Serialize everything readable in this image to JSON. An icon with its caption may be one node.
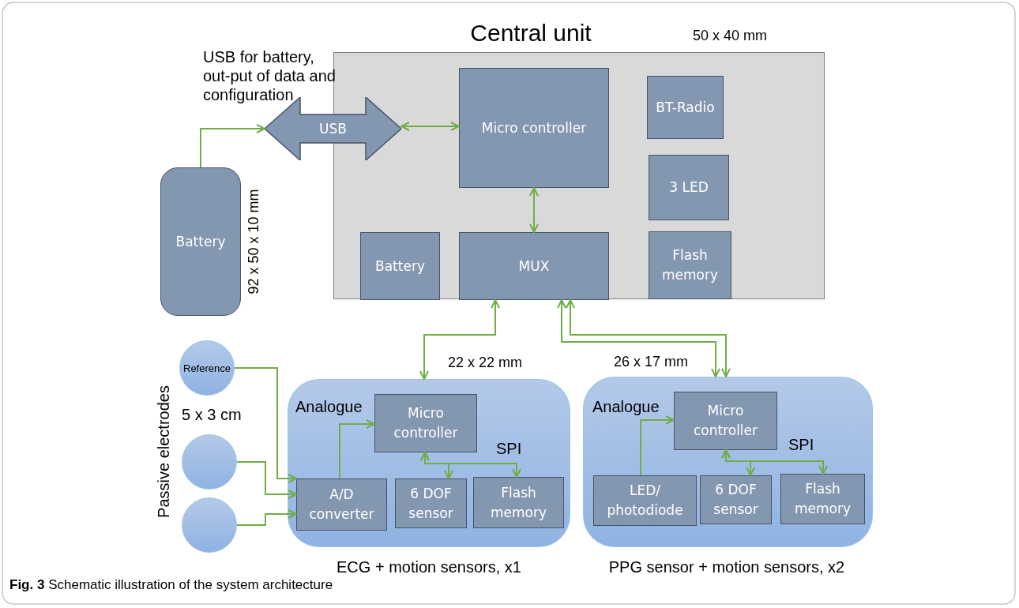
{
  "diagram": {
    "caption": "**Fig. 3** Schematic illustration of the system architecture",
    "nodes": [
      {
        "text": [
          "Central unit"
        ],
        "beside": [
          "50 x 40 mm"
        ]
      },
      {
        "text": [
          "Micro controller"
        ],
        "in": 0
      },
      {
        "text": [
          "BT-Radio"
        ],
        "in": 0
      },
      {
        "text": [
          "3 LED"
        ],
        "in": 0
      },
      {
        "text": [
          "Battery"
        ],
        "in": 0
      },
      {
        "text": [
          "MUX"
        ],
        "in": 0
      },
      {
        "text": [
          "Flash memory"
        ],
        "in": 0
      },
      {
        "text": [
          "USB"
        ]
      },
      {
        "text": [
          "Battery"
        ],
        "beside": [
          "92 x 50 x 10 mm"
        ]
      },
      {
        "text": [
          "Reference"
        ]
      },
      {
        "text": [],
        "shape": "circle"
      },
      {
        "text": [],
        "shape": "circle"
      },
      {
        "text": [
          "ECG + motion sensors, x1"
        ],
        "beside": [
          "22 x 22 mm"
        ]
      },
      {
        "text": [
          "Micro controller"
        ],
        "in": 12
      },
      {
        "text": [
          "A/D converter"
        ],
        "in": 12
      },
      {
        "text": [
          "6 DOF sensor"
        ],
        "in": 12
      },
      {
        "text": [
          "Flash memory"
        ],
        "in": 12
      },
      {
        "text": [
          "PPG sensor + motion sensors, x2"
        ],
        "beside": [
          "26 x 17 mm"
        ]
      },
      {
        "text": [
          "Micro controller"
        ],
        "in": 17
      },
      {
        "text": [
          "LED/ photodiode"
        ],
        "in": 17
      },
      {
        "text": [
          "6 DOF sensor"
        ],
        "in": 17
      },
      {
        "text": [
          "Flash memory"
        ],
        "in": 17
      }
    ],
    "edges": [
      {
        "from": 8,
        "to": 7,
        "arrow": "to"
      },
      {
        "from": 7,
        "to": 1,
        "arrow": "both"
      },
      {
        "from": 1,
        "to": 5,
        "arrow": "both"
      },
      {
        "from": 5,
        "to": 12,
        "arrow": "both"
      },
      {
        "from": 5,
        "to": 17,
        "arrow": "both"
      },
      {
        "from": 5,
        "to": 17,
        "arrow": "both"
      },
      {
        "from": 9,
        "to": 14,
        "arrow": "to"
      },
      {
        "from": 10,
        "to": 14,
        "arrow": "to"
      },
      {
        "from": 11,
        "to": 14,
        "arrow": "to"
      },
      {
        "from": 14,
        "to": 13,
        "arrow": "to"
      },
      {
        "from": 13,
        "to": 15,
        "arrow": "both"
      },
      {
        "from": 13,
        "to": 16,
        "arrow": "both"
      },
      {
        "from": 19,
        "to": 18,
        "arrow": "to"
      },
      {
        "from": 18,
        "to": 20,
        "arrow": "both"
      },
      {
        "from": 18,
        "to": 21,
        "arrow": "both"
      }
    ],
    "labels": [
      "USB for battery, out-put of data and configuration",
      "Passive electrodes",
      "5 x 3 cm",
      "Analogue",
      "SPI",
      "Analogue",
      "SPI"
    ]
  }
}
